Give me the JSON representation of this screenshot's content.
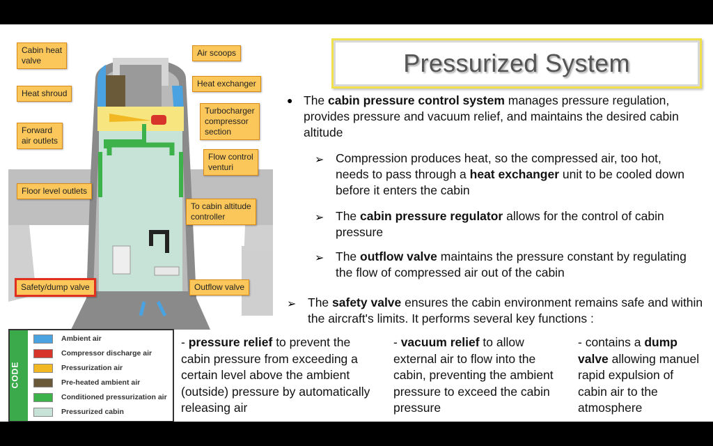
{
  "title": "Pressurized System",
  "callouts": {
    "cabin_heat_valve": "Cabin heat\nvalve",
    "air_scoops": "Air scoops",
    "heat_shroud": "Heat shroud",
    "heat_exchanger": "Heat exchanger",
    "turbocharger": "Turbocharger\ncompressor\nsection",
    "forward_air_outlets": "Forward\nair outlets",
    "flow_control_venturi": "Flow control\nventuri",
    "floor_level_outlets": "Floor level outlets",
    "to_cabin_altitude_controller": "To cabin altitude\ncontroller",
    "safety_dump_valve": "Safety/dump valve",
    "outflow_valve": "Outflow valve"
  },
  "legend": {
    "heading": "CODE",
    "items": [
      {
        "label": "Ambient air",
        "color": "#4aa3e0"
      },
      {
        "label": "Compressor discharge air",
        "color": "#d8352a"
      },
      {
        "label": "Pressurization air",
        "color": "#f2b824"
      },
      {
        "label": "Pre-heated ambient air",
        "color": "#6b5a3a"
      },
      {
        "label": "Conditioned pressurization air",
        "color": "#3db24a"
      },
      {
        "label": "Pressurized cabin",
        "color": "#c7e3d8"
      }
    ]
  },
  "main_bullet": {
    "pre": "The ",
    "bold": "cabin pressure control system",
    "post": " manages pressure regulation, provides pressure and vacuum relief, and maintains the desired cabin altitude"
  },
  "sub_bullets": [
    {
      "pre": "Compression produces heat, so the compressed air, too hot, needs to pass through a ",
      "bold": "heat exchanger",
      "post": " unit to be cooled down before it enters the cabin"
    },
    {
      "pre": "The ",
      "bold": "cabin pressure regulator",
      "post": " allows for the control of cabin pressure"
    },
    {
      "pre": "The ",
      "bold": "outflow valve",
      "post": " maintains the pressure constant by regulating the flow of compressed air out of the cabin"
    }
  ],
  "safety_bullet": {
    "pre": "The ",
    "bold": "safety valve",
    "post": " ensures the cabin environment remains safe and within the aircraft's limits. It performs several key functions :"
  },
  "functions": [
    {
      "pre": "- ",
      "bold": "pressure relief",
      "post": " to prevent the cabin pressure from exceeding a certain level above the ambient (outside) pressure by automatically releasing air"
    },
    {
      "pre": "- ",
      "bold": "vacuum relief",
      "post": " to allow external air to flow into the cabin, preventing the ambient pressure to exceed the cabin pressure"
    },
    {
      "pre": "- contains a ",
      "bold": "dump valve",
      "post": "  allowing manuel rapid expulsion of cabin air to the atmosphere"
    }
  ],
  "glyphs": {
    "dot": "●",
    "arrow": "➢"
  }
}
